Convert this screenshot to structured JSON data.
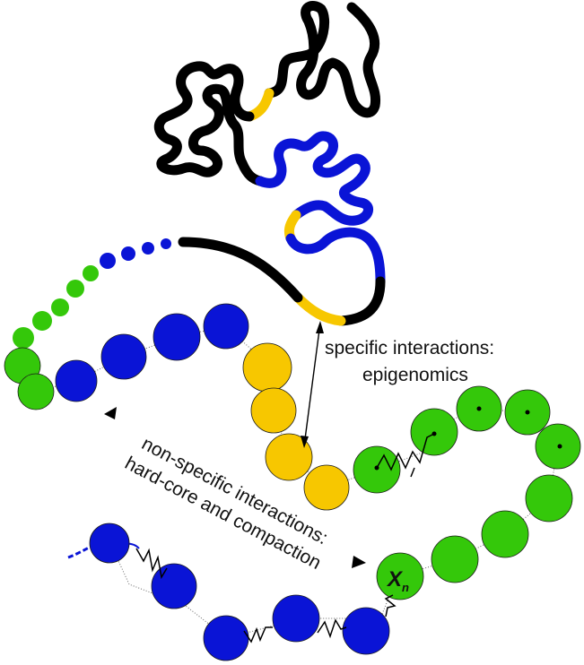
{
  "labels": {
    "specific_line1": "specific interactions:",
    "specific_line2": "epigenomics",
    "nonspecific_line1": "non-specific interactions:",
    "nonspecific_line2": "hard-core and compaction",
    "monomer_symbol": "X",
    "monomer_subscript": "n"
  },
  "colors": {
    "black": "#000000",
    "blue": "#0a14d6",
    "yellow": "#f7c700",
    "green": "#34c80a"
  }
}
